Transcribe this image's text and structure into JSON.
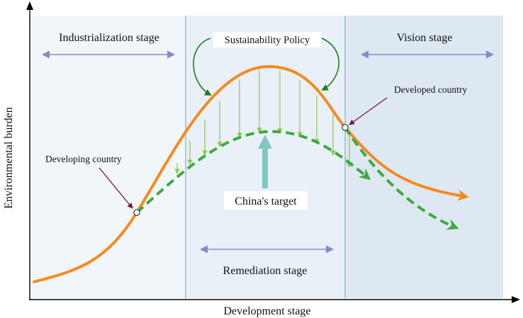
{
  "axes": {
    "ylabel": "Environmental burden",
    "xlabel": "Development stage"
  },
  "stages": {
    "industrialization": "Industrialization stage",
    "remediation": "Remediation stage",
    "vision": "Vision stage"
  },
  "labels": {
    "policy": "Sustainability Policy",
    "developing": "Developing country",
    "developed": "Developed country",
    "china_target": "China's target"
  },
  "colors": {
    "curve": "#F58A1F",
    "target_curve": "#3DAA3D",
    "reduction_arrows": "#8CC84B",
    "stage_arrows": "#8C87C8",
    "policy_arrows": "#1E7D1E",
    "country_pointers": "#7A1340",
    "target_arrow": "#7EC8C0",
    "panel_left": "#F1F6FA",
    "panel_mid": "#E9F0F8",
    "panel_right": "#DDE8F2",
    "divider": "#8FB8DA"
  }
}
